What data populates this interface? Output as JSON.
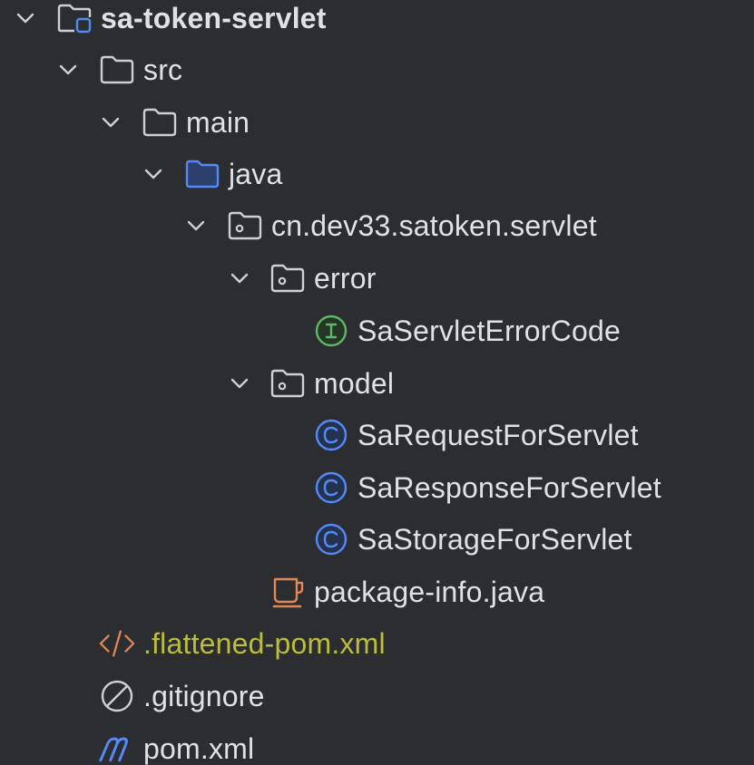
{
  "tree": {
    "root": {
      "label": "sa-token-servlet",
      "icon": "module-folder-icon",
      "expanded": true
    },
    "src": {
      "label": "src",
      "icon": "folder-icon",
      "expanded": true
    },
    "main": {
      "label": "main",
      "icon": "folder-icon",
      "expanded": true
    },
    "java": {
      "label": "java",
      "icon": "source-root-folder-icon",
      "expanded": true
    },
    "package": {
      "label": "cn.dev33.satoken.servlet",
      "icon": "package-icon",
      "expanded": true
    },
    "error_pkg": {
      "label": "error",
      "icon": "package-icon",
      "expanded": true
    },
    "error_code": {
      "label": "SaServletErrorCode",
      "icon": "interface-icon"
    },
    "model_pkg": {
      "label": "model",
      "icon": "package-icon",
      "expanded": true
    },
    "request_cls": {
      "label": "SaRequestForServlet",
      "icon": "class-icon"
    },
    "response_cls": {
      "label": "SaResponseForServlet",
      "icon": "class-icon"
    },
    "storage_cls": {
      "label": "SaStorageForServlet",
      "icon": "class-icon"
    },
    "package_info": {
      "label": "package-info.java",
      "icon": "java-file-icon"
    },
    "flattened_pom": {
      "label": ".flattened-pom.xml",
      "icon": "xml-file-icon",
      "status": "modified"
    },
    "gitignore": {
      "label": ".gitignore",
      "icon": "ignore-file-icon"
    },
    "pom": {
      "label": "pom.xml",
      "icon": "maven-icon"
    }
  },
  "colors": {
    "background": "#2b2d30",
    "text": "#dfe1e5",
    "muted_icon": "#ced0d6",
    "class_blue": "#548af7",
    "interface_green": "#5fb865",
    "java_orange": "#e08855",
    "modified_yellow": "#bbbd3c"
  }
}
